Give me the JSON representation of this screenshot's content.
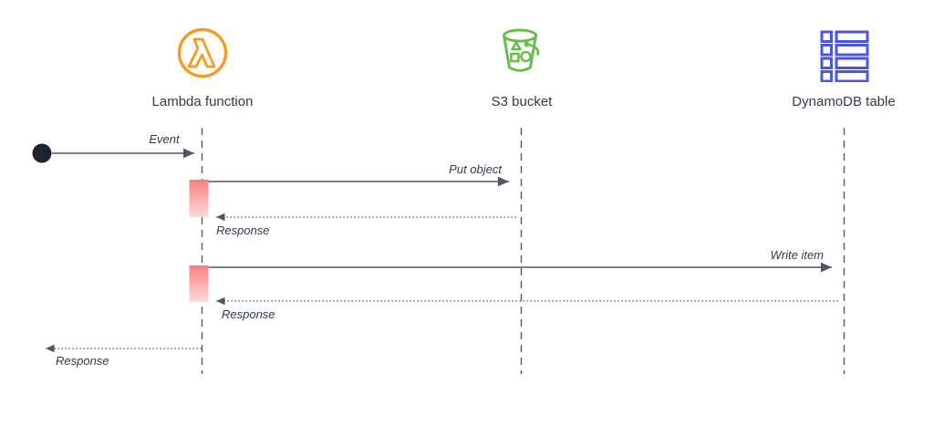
{
  "diagram": {
    "type": "sequence-diagram",
    "actors": [
      {
        "id": "lambda",
        "label": "Lambda function",
        "icon": "aws-lambda-icon",
        "color": "#f79b1e"
      },
      {
        "id": "s3",
        "label": "S3 bucket",
        "icon": "aws-s3-bucket-icon",
        "color": "#67bf4b"
      },
      {
        "id": "dynamodb",
        "label": "DynamoDB table",
        "icon": "aws-dynamodb-table-icon",
        "color": "#4a55e2"
      }
    ],
    "messages": [
      {
        "label": "Event",
        "from": "start",
        "to": "lambda",
        "style": "solid"
      },
      {
        "label": "Put object",
        "from": "lambda",
        "to": "s3",
        "style": "solid"
      },
      {
        "label": "Response",
        "from": "s3",
        "to": "lambda",
        "style": "dotted"
      },
      {
        "label": "Write item",
        "from": "lambda",
        "to": "dynamodb",
        "style": "solid"
      },
      {
        "label": "Response",
        "from": "dynamodb",
        "to": "lambda",
        "style": "dotted"
      },
      {
        "label": "Response",
        "from": "lambda",
        "to": "start",
        "style": "dotted"
      }
    ],
    "activations": [
      {
        "actor": "lambda",
        "from_message": "Put object",
        "to_message": "Response"
      },
      {
        "actor": "lambda",
        "from_message": "Write item",
        "to_message": "Response"
      }
    ]
  },
  "colors": {
    "text": "#2f3b4d",
    "line": "#4d5766",
    "lifeline": "#545b64",
    "lambda": "#f79b1e",
    "s3": "#67bf4b",
    "dynamo": "#4a55e2",
    "start_node": "#1b2430",
    "activation_top": "#f87f7f",
    "activation_bottom": "#fcd9d9"
  }
}
